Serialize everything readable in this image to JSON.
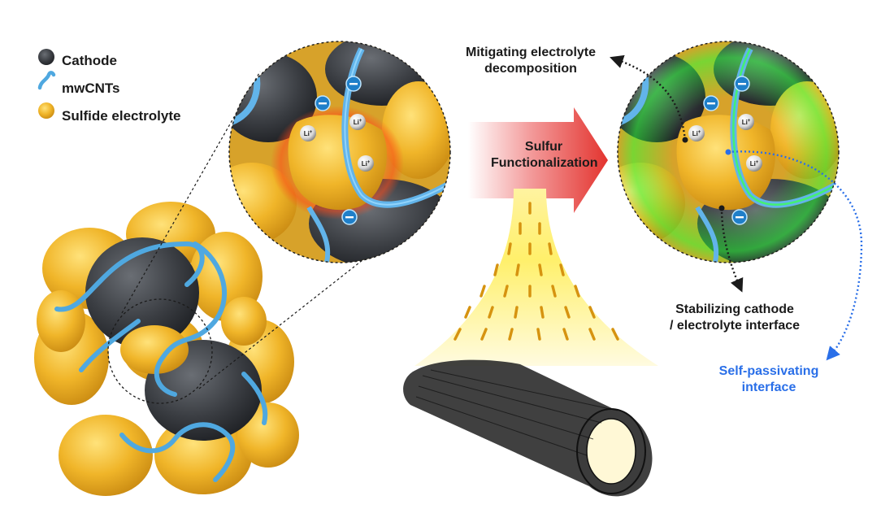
{
  "legend": {
    "items": [
      {
        "label": "Cathode",
        "icon": "dark-particle-icon",
        "color": "#3a3d42"
      },
      {
        "label": "mwCNTs",
        "icon": "blue-tube-icon",
        "color": "#4fa8e0"
      },
      {
        "label": "Sulfide electrolyte",
        "icon": "yellow-particle-icon",
        "color": "#e8b22a"
      }
    ]
  },
  "process": {
    "line1": "Sulfur",
    "line2": "Functionalization",
    "arrow_color": "#e3342f"
  },
  "annotations": {
    "top_line1": "Mitigating electrolyte",
    "top_line2": "decomposition",
    "bottom_line1": "Stabilizing cathode",
    "bottom_line2": "/ electrolyte interface",
    "blue_line1": "Self-passivating",
    "blue_line2": "interface",
    "blue_color": "#2a6fe8"
  },
  "ions": {
    "lithium": "Li",
    "lithium_sup": "+",
    "electron": "−"
  }
}
